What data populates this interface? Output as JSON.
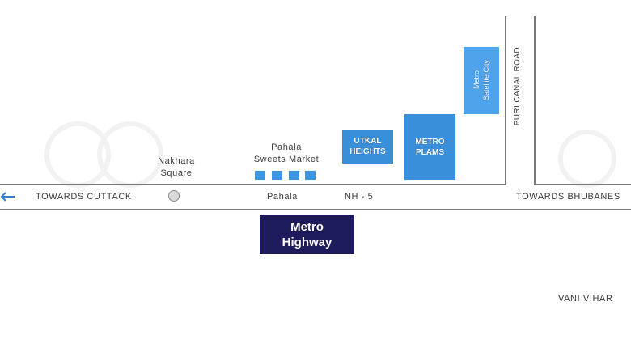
{
  "labels": {
    "towards_cuttack": "TOWARDS CUTTACK",
    "nakhara_square_line1": "Nakhara",
    "nakhara_square_line2": "Square",
    "pahala_sweets_line1": "Pahala",
    "pahala_sweets_line2": "Sweets Market",
    "pahala": "Pahala",
    "nh5": "NH - 5",
    "towards_bhubaneswar": "TOWARDS BHUBANES",
    "puri_canal_road": "PURI CANAL ROAD",
    "vani_vihar": "VANI VIHAR"
  },
  "blocks": {
    "utkal_heights_line1": "UTKAL",
    "utkal_heights_line2": "HEIGHTS",
    "metro_plams_line1": "METRO",
    "metro_plams_line2": "PLAMS",
    "metro_satellite_line1": "Metro",
    "metro_satellite_line2": "Satellite City"
  },
  "highlight": {
    "line1": "Metro",
    "line2": "Highway"
  },
  "colors": {
    "road": "#7a7a7a",
    "project_block": "#3a8fdb",
    "highlight": "#1e1b5c"
  },
  "icons": {
    "arrow": "left-arrow-icon",
    "landmark": "circle-landmark-icon"
  }
}
